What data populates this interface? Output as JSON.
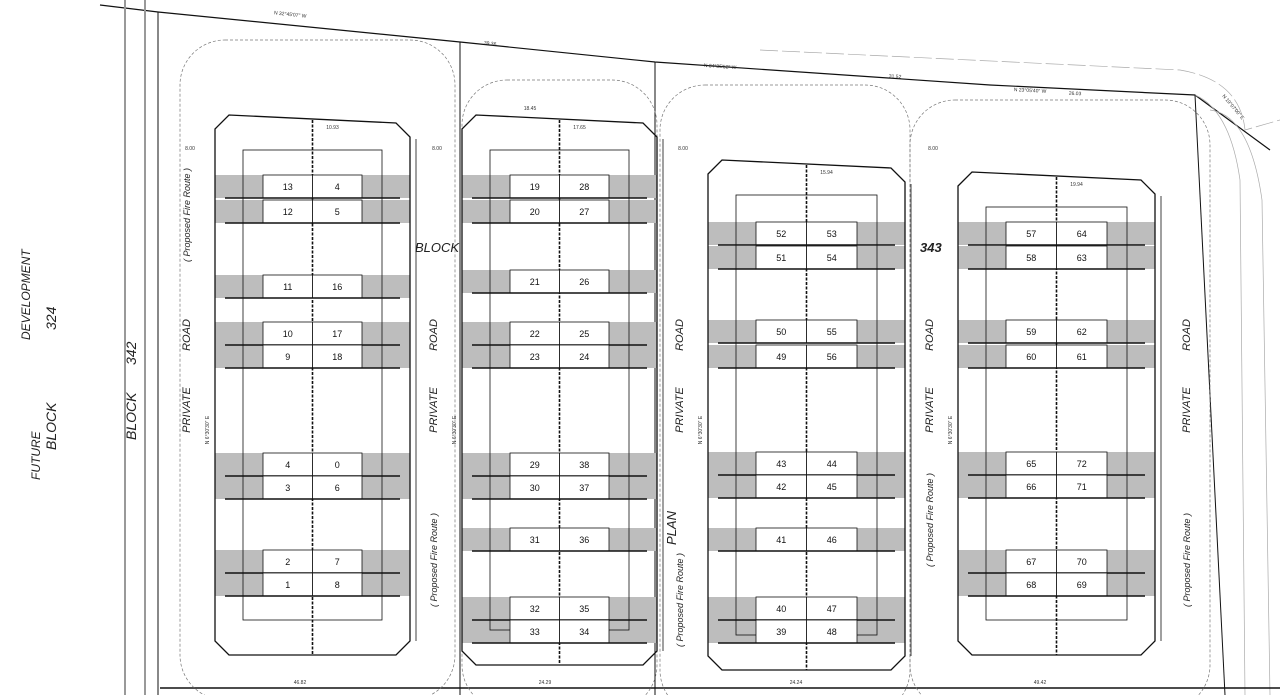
{
  "labels": {
    "future": "FUTURE",
    "development": "DEVELOPMENT",
    "block_324a": "BLOCK",
    "block_324b": "324",
    "block_342a": "BLOCK",
    "block_342b": "342",
    "block_343a": "BLOCK",
    "block_343b": "343",
    "plan": "PLAN",
    "private_road": "PRIVATE",
    "road": "ROAD",
    "fire_route": "( Proposed  Fire  Route )"
  },
  "bearings": {
    "top1": "N 32°45'07\" W",
    "top2": "N 34°35'52\" W",
    "top3": "N 23°05'40\" W",
    "top4": "N 19°07'00\" E",
    "d1": "39.36",
    "d2": "31.52",
    "d3": "26.03",
    "d4": "18.45",
    "b1": "46.82",
    "b2": "24.29",
    "b3": "24.24",
    "b4": "49.42",
    "w1": "10.93",
    "w2": "17.65",
    "w3": "15.94",
    "w4": "19.94",
    "s1": "8.00",
    "s2": "N 6°30'30\" E"
  },
  "blocks": [
    {
      "id": "A",
      "units": [
        [
          "13",
          "4"
        ],
        [
          "12",
          "5"
        ],
        [
          "11",
          "16"
        ],
        [
          "10",
          "17"
        ],
        [
          "9",
          "18"
        ],
        [
          "4",
          "0"
        ],
        [
          "3",
          "6"
        ],
        [
          "2",
          "7"
        ],
        [
          "1",
          "8"
        ]
      ]
    },
    {
      "id": "B",
      "units": [
        [
          "19",
          "28"
        ],
        [
          "20",
          "27"
        ],
        [
          "21",
          "26"
        ],
        [
          "22",
          "25"
        ],
        [
          "23",
          "24"
        ],
        [
          "29",
          "38"
        ],
        [
          "30",
          "37"
        ],
        [
          "31",
          "36"
        ],
        [
          "32",
          "35"
        ],
        [
          "33",
          "34"
        ]
      ]
    },
    {
      "id": "C",
      "units": [
        [
          "52",
          "53"
        ],
        [
          "51",
          "54"
        ],
        [
          "50",
          "55"
        ],
        [
          "49",
          "56"
        ],
        [
          "43",
          "44"
        ],
        [
          "42",
          "45"
        ],
        [
          "41",
          "46"
        ],
        [
          "40",
          "47"
        ],
        [
          "39",
          "48"
        ]
      ]
    },
    {
      "id": "D",
      "units": [
        [
          "57",
          "64"
        ],
        [
          "58",
          "63"
        ],
        [
          "59",
          "62"
        ],
        [
          "60",
          "61"
        ],
        [
          "65",
          "72"
        ],
        [
          "66",
          "71"
        ],
        [
          "67",
          "70"
        ],
        [
          "68",
          "69"
        ]
      ]
    }
  ],
  "colors": {
    "line": "#111111",
    "shade": "#bdbdbd",
    "light": "#999999"
  }
}
